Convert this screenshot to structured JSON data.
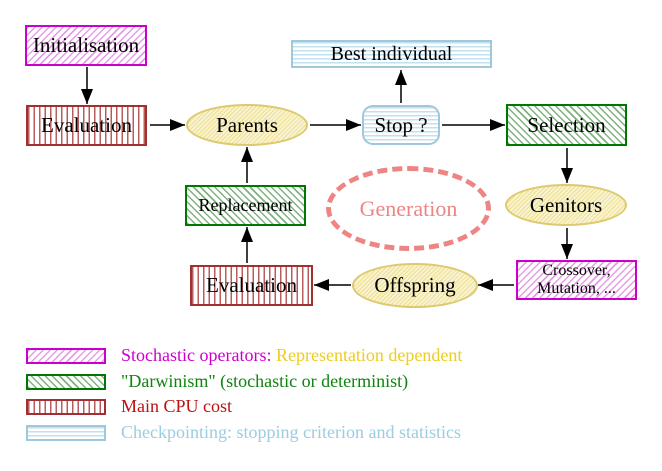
{
  "nodes": {
    "initialisation": {
      "label": "Initialisation"
    },
    "evaluation_top": {
      "label": "Evaluation"
    },
    "parents": {
      "label": "Parents"
    },
    "best_individual": {
      "label": "Best individual"
    },
    "stop": {
      "label": "Stop ?"
    },
    "selection": {
      "label": "Selection"
    },
    "replacement": {
      "label": "Replacement"
    },
    "generation": {
      "label": "Generation"
    },
    "genitors": {
      "label": "Genitors"
    },
    "crossover": {
      "line1": "Crossover,",
      "line2": "Mutation, ..."
    },
    "offspring": {
      "label": "Offspring"
    },
    "evaluation_bottom": {
      "label": "Evaluation"
    }
  },
  "legend": {
    "stochastic_label": "Stochastic operators:",
    "representation_label": "Representation dependent",
    "darwinism_label": "\"Darwinism\" (stochastic or determinist)",
    "cpu_label": "Main CPU cost",
    "checkpointing_label": "Checkpointing: stopping criterion and statistics"
  },
  "colors": {
    "magenta": "#cc00cc",
    "magenta_hatch": "#e69ce6",
    "dark_red": "#a03033",
    "red_hatch": "#b85c5c",
    "green": "#007700",
    "green_hatch": "#7fb27f",
    "light_blue": "#a0c8dc",
    "light_blue_hatch": "#c2e0ee",
    "yellow_border": "#ddc96e",
    "yellow_fill": "#faf3cf",
    "salmon": "#ee8585",
    "legend_yellow_text": "#eecc22",
    "legend_green_text": "#0f830f",
    "legend_red_text": "#bb1111",
    "legend_blue_text": "#9bcde0",
    "arrow": "#000000"
  }
}
